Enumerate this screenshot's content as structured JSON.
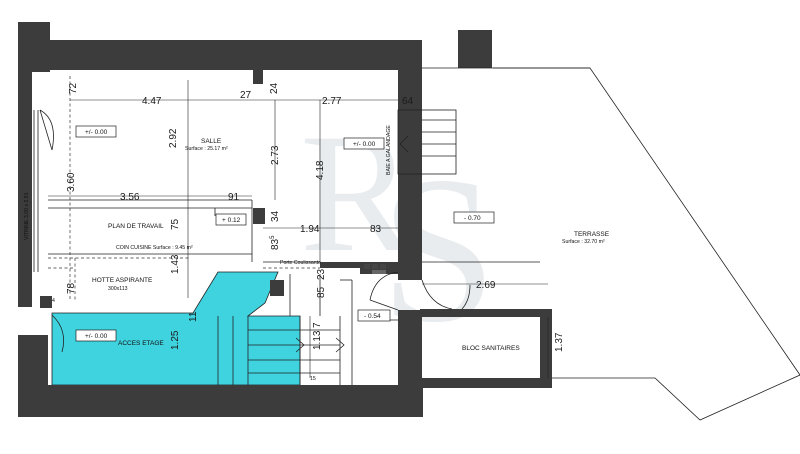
{
  "rooms": {
    "salle_name": "SALLE",
    "salle_surface": "Surface : 25.17 m²",
    "plan_travail": "PLAN DE TRAVAIL",
    "coin_cuisine": "COIN CUISINE Surface : 9.45 m²",
    "hotte": "HOTTE ASPIRANTE",
    "hotte_size": "300x113",
    "acces_etage": "ACCES ETAGE",
    "bloc_sanitaires": "BLOC SANITAIRES",
    "terrasse_name": "TERRASSE",
    "terrasse_surface": "Surface : 32.70 m²",
    "vitrine": "VITRINE 3.00 x 2.91",
    "baie": "BAIE A GALANDAGE",
    "porte": "Porte Coulissante"
  },
  "levels": {
    "salle": "+/- 0.00",
    "baie": "+/- 0.00",
    "cuisine": "+ 0.12",
    "acces": "+/- 0.00",
    "terrasse": "- 0.70",
    "sanitaires": "- 0.54"
  },
  "dims": {
    "d_447": "4.47",
    "d_27": "27",
    "d_24": "24",
    "d_277": "2.77",
    "d_64": "64",
    "d_72": "72",
    "d_292": "2.92",
    "d_273": "2.73",
    "d_418": "4.18",
    "d_360": "3.60",
    "d_356": "3.56",
    "d_91": "91",
    "d_75": "75",
    "d_34": "34",
    "d_194": "1.94",
    "d_83": "83",
    "d_83b": "83",
    "d_83b_sup": "5",
    "d_143": "1.43",
    "d_78": "78",
    "d_11": "11",
    "d_125": "1.25",
    "d_85": "85",
    "d_23": "23",
    "d_113": "1.13",
    "d_7": "7",
    "d_269": "2.69",
    "d_137": "1.37",
    "d_4": "4",
    "d_15": "15"
  },
  "colors": {
    "wall": "#3c3c3c",
    "acces_fill": "#3fd3df",
    "watermark": "#cfd6dc"
  }
}
